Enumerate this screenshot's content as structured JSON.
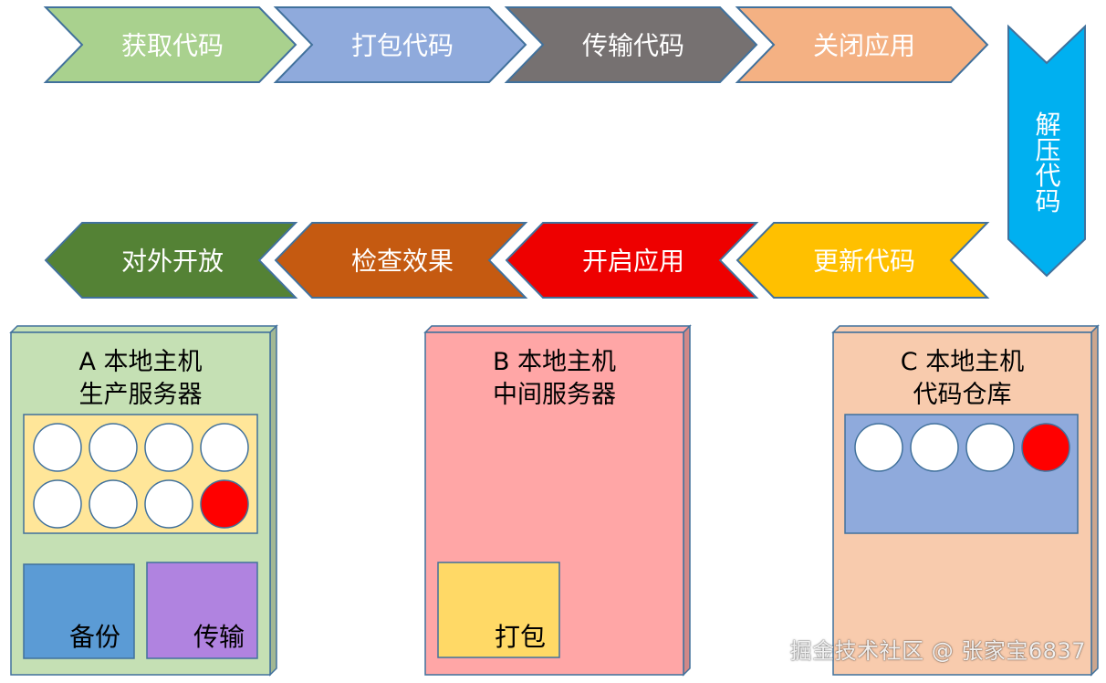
{
  "process_steps": [
    {
      "id": "get",
      "label": "获取代码",
      "color": "#a9d18e"
    },
    {
      "id": "pack",
      "label": "打包代码",
      "color": "#8faadc"
    },
    {
      "id": "transfer",
      "label": "传输代码",
      "color": "#767171"
    },
    {
      "id": "close",
      "label": "关闭应用",
      "color": "#f4b183"
    },
    {
      "id": "unzip",
      "label": "解压代码",
      "color": "#00b0f0"
    },
    {
      "id": "update",
      "label": "更新代码",
      "color": "#ffc000"
    },
    {
      "id": "start",
      "label": "开启应用",
      "color": "#ee0000"
    },
    {
      "id": "check",
      "label": "检查效果",
      "color": "#c55a11"
    },
    {
      "id": "open",
      "label": "对外开放",
      "color": "#548235"
    }
  ],
  "hosts": [
    {
      "id": "a",
      "title_line1": "A 本地主机",
      "title_line2": "生产服务器",
      "color": "#c5e0b4",
      "slot_panel_color": "#ffe699",
      "slots_total": 8,
      "slots_active": 1,
      "modules": [
        {
          "id": "backup",
          "label": "备份",
          "color": "#5b9bd5"
        },
        {
          "id": "transfer",
          "label": "传输",
          "color": "#b083e0"
        }
      ]
    },
    {
      "id": "b",
      "title_line1": "B 本地主机",
      "title_line2": "中间服务器",
      "color": "#ffa6a6",
      "modules": [
        {
          "id": "pack",
          "label": "打包",
          "color": "#ffd966"
        }
      ]
    },
    {
      "id": "c",
      "title_line1": "C 本地主机",
      "title_line2": "代码仓库",
      "color": "#f8cbad",
      "slot_panel_color": "#8faadc",
      "slots_total": 4,
      "slots_active": 1
    }
  ],
  "slot_colors": {
    "empty": "#ffffff",
    "active": "#ff0000",
    "outline": "#41719c"
  },
  "watermark": "掘金技术社区 @ 张家宝6837"
}
